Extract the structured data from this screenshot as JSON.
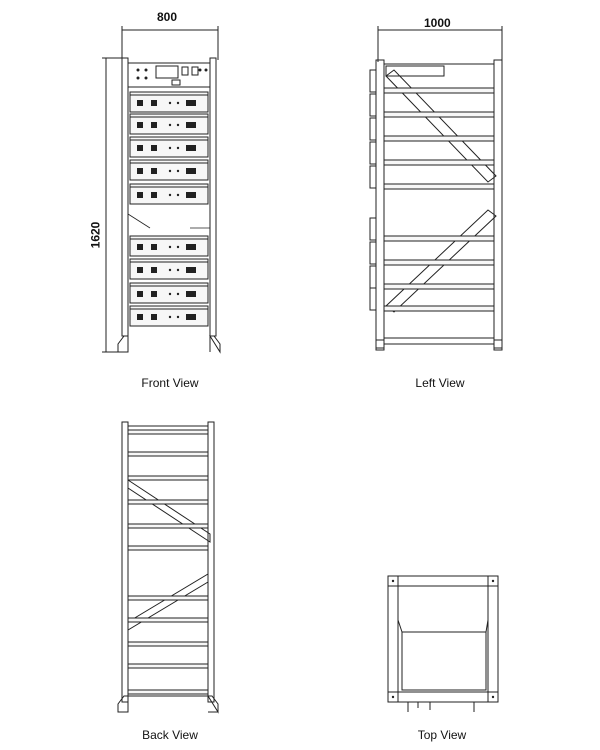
{
  "views": {
    "front": {
      "caption": "Front View",
      "width_dim": "800",
      "height_dim": "1620"
    },
    "left": {
      "caption": "Left View",
      "width_dim": "1000"
    },
    "back": {
      "caption": "Back View"
    },
    "top": {
      "caption": "Top View"
    }
  },
  "colors": {
    "line": "#222222",
    "module_fill": "#f7f7f7"
  }
}
